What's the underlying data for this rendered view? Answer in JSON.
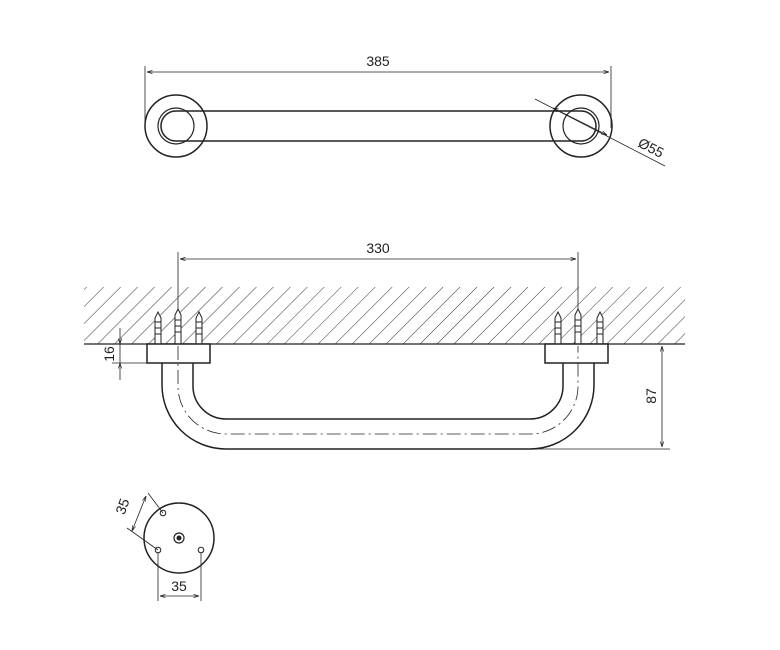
{
  "drawing": {
    "top_view": {
      "overall_length_label": "385",
      "diameter_label": "Ø55"
    },
    "side_view": {
      "center_distance_label": "330",
      "base_height_label": "16",
      "projection_label": "87"
    },
    "base_view": {
      "hole_vertical_label": "35",
      "hole_horizontal_label": "35"
    }
  }
}
